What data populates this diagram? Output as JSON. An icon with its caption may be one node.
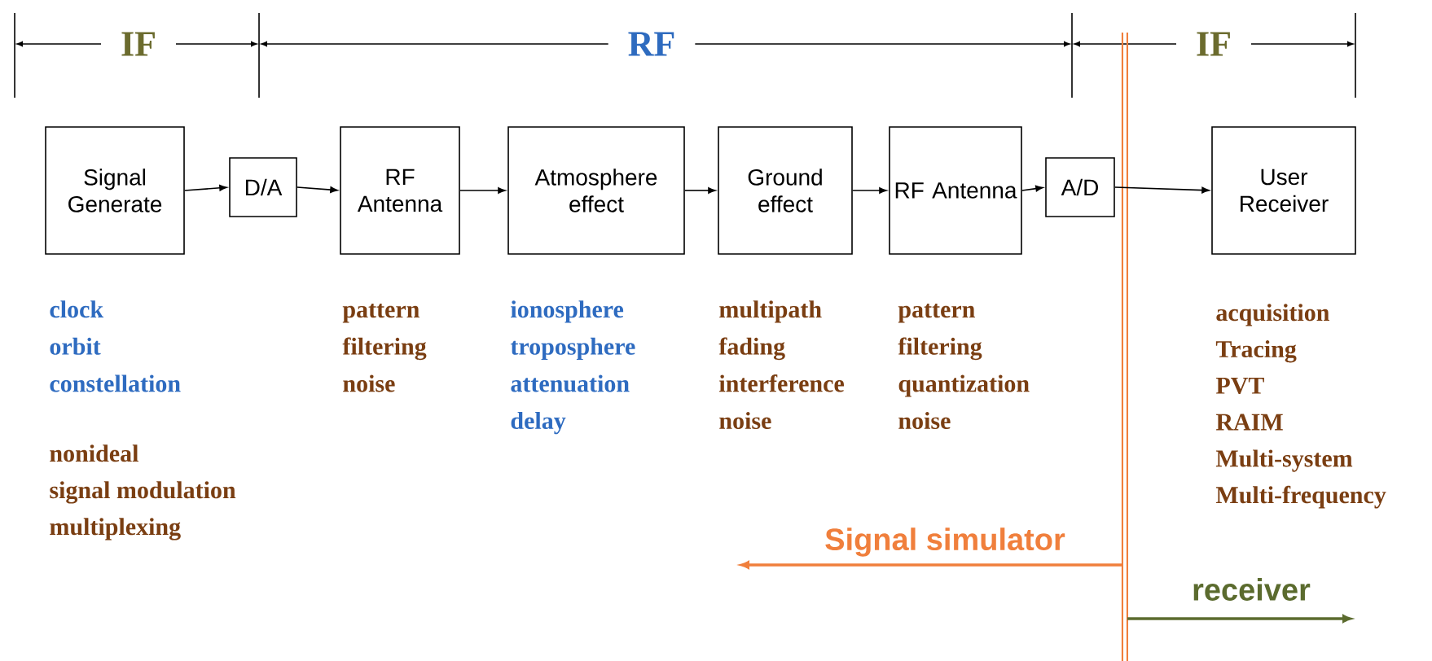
{
  "diagram": {
    "nodes": [
      {
        "text": [
          "Signal Generate"
        ],
        "beside": [
          "clock",
          "orbit",
          "constellation",
          "nonideal",
          "signal modulation",
          "multiplexing"
        ]
      },
      {
        "text": [
          "D/A"
        ]
      },
      {
        "text": [
          "RF Antenna"
        ],
        "beside": [
          "pattern",
          "filtering",
          "noise"
        ]
      },
      {
        "text": [
          "Atmosphere effect"
        ],
        "beside": [
          "ionosphere",
          "troposphere",
          "attenuation",
          "delay"
        ]
      },
      {
        "text": [
          "Ground effect"
        ],
        "beside": [
          "multipath",
          "fading",
          "interference",
          "noise"
        ]
      },
      {
        "text": [
          "RF Antenna"
        ],
        "beside": [
          "pattern",
          "filtering",
          "quantization",
          "noise"
        ]
      },
      {
        "text": [
          "A/D"
        ]
      },
      {
        "text": [
          "User Receiver"
        ],
        "beside": [
          "acquisition",
          "Tracing",
          "PVT",
          "RAIM",
          "Multi-system",
          "Multi-frequency"
        ]
      }
    ],
    "edges": [
      {
        "from": 0,
        "to": 1,
        "arrow": "to"
      },
      {
        "from": 1,
        "to": 2,
        "arrow": "to"
      },
      {
        "from": 2,
        "to": 3,
        "arrow": "to"
      },
      {
        "from": 3,
        "to": 4,
        "arrow": "to"
      },
      {
        "from": 4,
        "to": 5,
        "arrow": "to"
      },
      {
        "from": 5,
        "to": 6,
        "arrow": "to"
      },
      {
        "from": 6,
        "to": 7,
        "arrow": "to"
      }
    ],
    "labels": [
      "IF",
      "RF",
      "IF",
      "Signal simulator",
      "receiver"
    ]
  }
}
